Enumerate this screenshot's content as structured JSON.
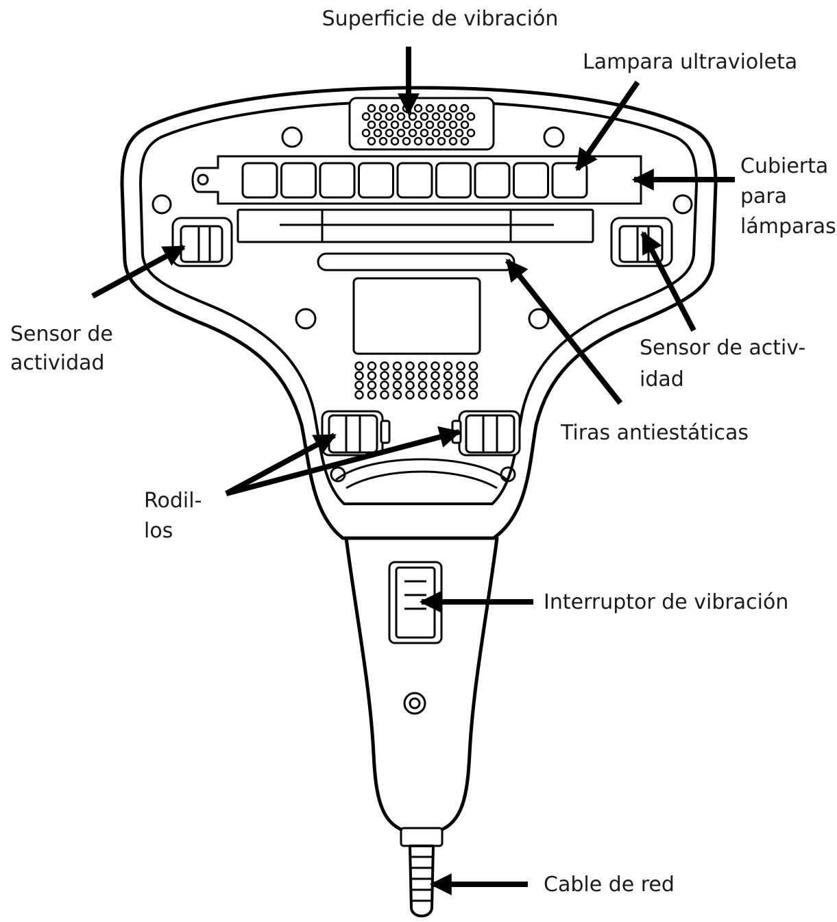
{
  "labels": {
    "vibration_surface": "Superficie de vibración",
    "uv_lamp": "Lampara ultravioleta",
    "lamp_cover": [
      "Cubierta",
      "para",
      "lámparas"
    ],
    "activity_sensor_left": [
      "Sensor de",
      "actividad"
    ],
    "activity_sensor_right": [
      "Sensor de activ-",
      "idad"
    ],
    "antistatic_strips": "Tiras antiestáticas",
    "rollers": [
      "Rodil-",
      "los"
    ],
    "vibration_switch": "Interruptor de vibración",
    "power_cable": "Cable de red"
  },
  "colors": {
    "line": "#000000",
    "text": "#1a1a1a",
    "background": "#ffffff"
  }
}
